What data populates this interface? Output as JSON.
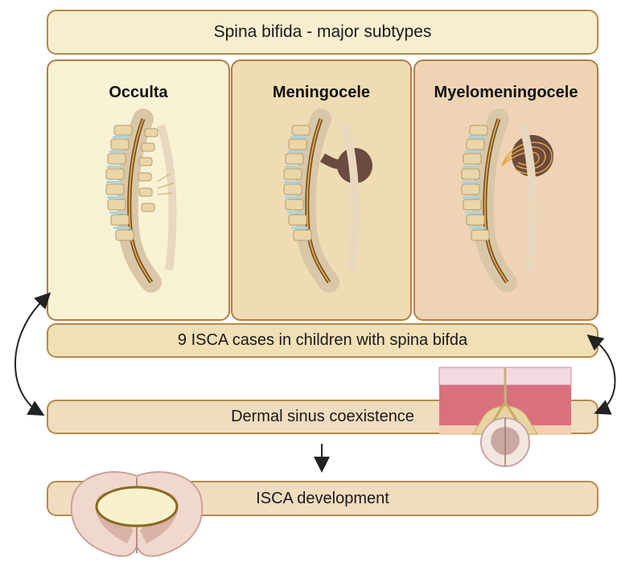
{
  "title": "Spina bifida - major subtypes",
  "panels": [
    {
      "label": "Occulta"
    },
    {
      "label": "Meningocele"
    },
    {
      "label": "Myelomeningocele"
    }
  ],
  "cases_label": "9 ISCA cases in children with spina bifda",
  "dermal_label": "Dermal sinus coexistence",
  "isca_label": "ISCA development",
  "colors": {
    "border": "#b58a4a",
    "title_fill": "#f6eecf",
    "occulta_fill": "#f8f2d5",
    "meningocele_fill": "#f0dcb4",
    "myelomeningocele_fill": "#eed4b4",
    "sac": "#6b4a40",
    "skin": "#d9707e",
    "skin_light": "#f4d9e0"
  },
  "icons": [
    "spine-occulta-illustration",
    "spine-meningocele-illustration",
    "spine-myelomeningocele-illustration",
    "dermal-sinus-illustration",
    "spinal-cord-cross-section-illustration"
  ]
}
